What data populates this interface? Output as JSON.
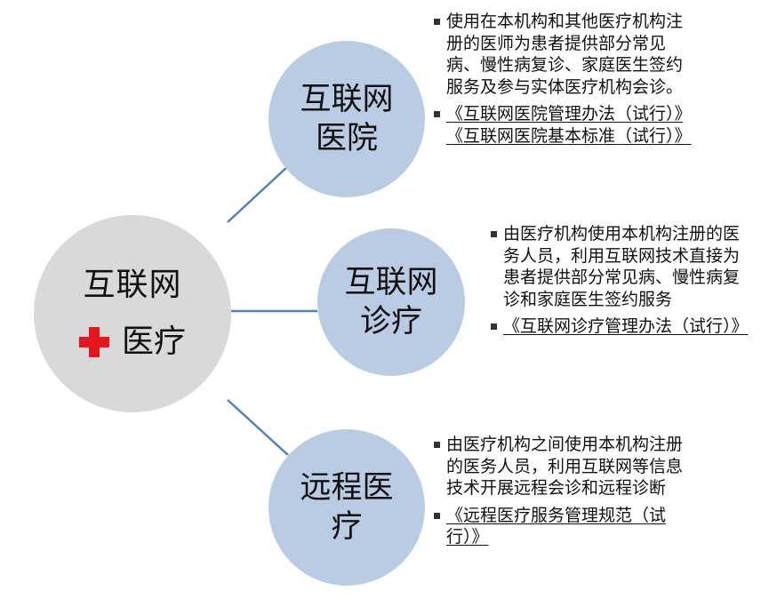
{
  "hub": {
    "line1": "互联网",
    "line2": "医疗",
    "icon": "red-cross-icon",
    "color": "#d9d9d9",
    "icon_color": "#e5171d"
  },
  "node_color": "#b9cce4",
  "nodes": [
    {
      "title_line1": "互联网",
      "title_line2": "医院",
      "description": "使用在本机构和其他医疗机构注册的医师为患者提供部分常见病、慢性病复诊、家庭医生签约服务及参与实体医疗机构会诊。",
      "document": "《互联网医院管理办法（试行）》《互联网医院基本标准（试行）》"
    },
    {
      "title_line1": "互联网",
      "title_line2": "诊疗",
      "description": "由医疗机构使用本机构注册的医务人员，利用互联网技术直接为患者提供部分常见病、慢性病复诊和家庭医生签约服务",
      "document": "《互联网诊疗管理办法（试行）》"
    },
    {
      "title_line1": "远程医",
      "title_line2": "疗",
      "description": "由医疗机构之间使用本机构注册的医务人员，利用互联网等信息技术开展远程会诊和远程诊断",
      "document": "《远程医疗服务管理规范（试行）》"
    }
  ]
}
